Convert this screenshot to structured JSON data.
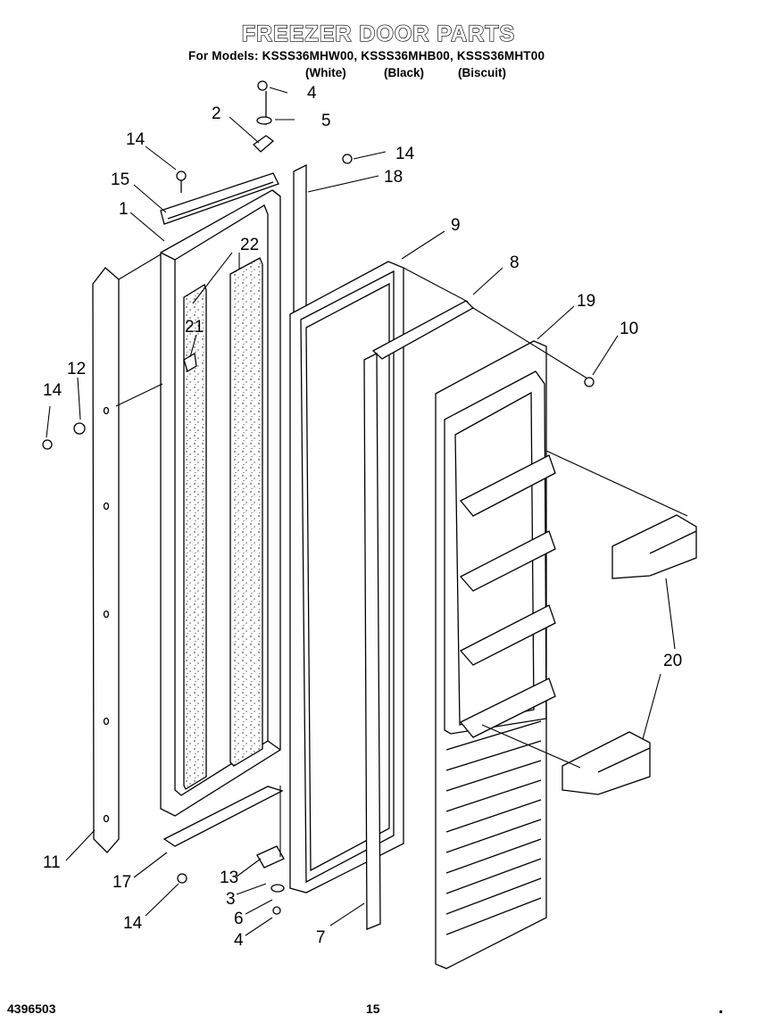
{
  "header": {
    "title": "FREEZER DOOR PARTS",
    "models_line": "For Models: KSSS36MHW00, KSSS36MHB00, KSSS36MHT00",
    "variants": [
      "(White)",
      "(Black)",
      "(Biscuit)"
    ]
  },
  "callouts": {
    "c1": "1",
    "c2": "2",
    "c3": "3",
    "c4a": "4",
    "c4b": "4",
    "c5": "5",
    "c6": "6",
    "c7": "7",
    "c8": "8",
    "c9": "9",
    "c10": "10",
    "c11": "11",
    "c12": "12",
    "c13": "13",
    "c14a": "14",
    "c14b": "14",
    "c14c": "14",
    "c14d": "14",
    "c15": "15",
    "c17": "17",
    "c18": "18",
    "c19": "19",
    "c20": "20",
    "c21": "21",
    "c22": "22"
  },
  "footer": {
    "doc_number": "4396503",
    "page_number": "15"
  }
}
